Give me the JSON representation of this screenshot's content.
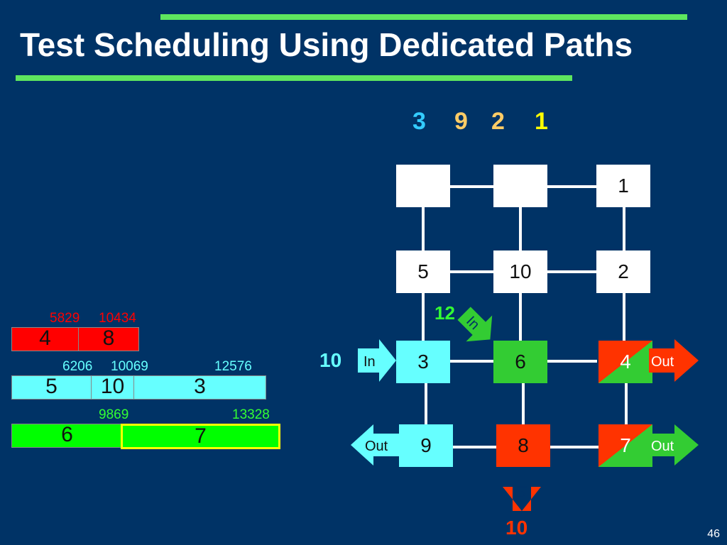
{
  "title": "Test Scheduling Using Dedicated Paths",
  "sequence": [
    "3",
    "9",
    "2",
    "1"
  ],
  "sequence_colors": [
    "#33ccff",
    "#ffcc66",
    "#ffcc66",
    "#ffff00"
  ],
  "grid": {
    "nodes": {
      "r0c0": "",
      "r0c1": "",
      "r0c2": "1",
      "r1c0": "5",
      "r1c1": "10",
      "r1c2": "2",
      "r2c0": "3",
      "r2c1": "6",
      "r2c2": "4",
      "r3c0": "9",
      "r3c1": "8",
      "r3c2": "7"
    },
    "labels": {
      "diag_count": "12",
      "left_count": "10",
      "bottom_count": "10"
    },
    "arrows": {
      "in": "In",
      "out": "Out"
    }
  },
  "colors": {
    "background": "#003366",
    "white": "#ffffff",
    "cyan": "#66ffff",
    "green": "#33cc33",
    "red": "#ff3300",
    "bright_green": "#00ff00",
    "yellow": "#ffff00",
    "timeline_red": "#ff0000"
  },
  "timelines": [
    {
      "times": [
        "5829",
        "10434"
      ],
      "segments": [
        "4",
        "8"
      ]
    },
    {
      "times": [
        "6206",
        "10069",
        "12576"
      ],
      "segments": [
        "5",
        "10",
        "3"
      ]
    },
    {
      "times": [
        "9869",
        "13328"
      ],
      "segments": [
        "6",
        "7"
      ]
    }
  ],
  "slide_number": "46"
}
